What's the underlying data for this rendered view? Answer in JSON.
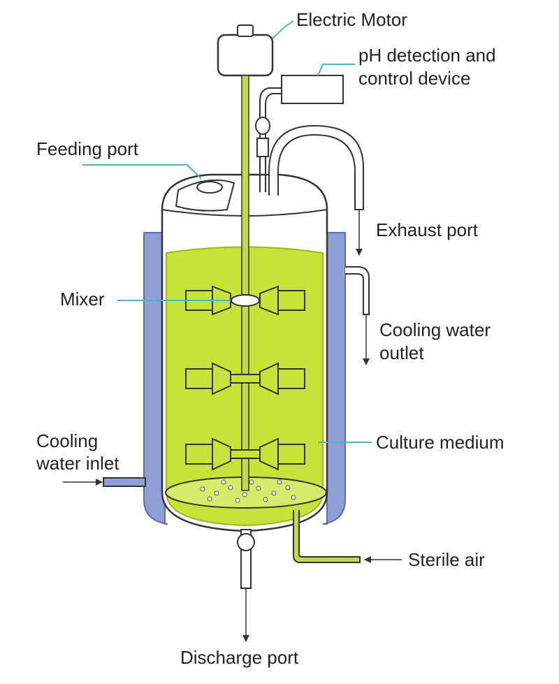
{
  "colors": {
    "medium": "#c9e23a",
    "medium_edge": "#9ab81e",
    "jacket": "#8f9fd6",
    "jacket_edge": "#5c6fb3",
    "leader": "#4fb3c8",
    "outline": "#333333",
    "shaft": "#c3d94a"
  },
  "labels": {
    "electric_motor": "Electric Motor",
    "ph_line1": "pH detection and",
    "ph_line2": "control device",
    "feeding_port": "Feeding port",
    "exhaust_port": "Exhaust port",
    "mixer": "Mixer",
    "cooling_outlet_line1": "Cooling water",
    "cooling_outlet_line2": "outlet",
    "cooling_inlet_line1": "Cooling",
    "cooling_inlet_line2": "water inlet",
    "culture_medium": "Culture medium",
    "sterile_air": "Sterile air",
    "discharge_port": "Discharge port"
  }
}
